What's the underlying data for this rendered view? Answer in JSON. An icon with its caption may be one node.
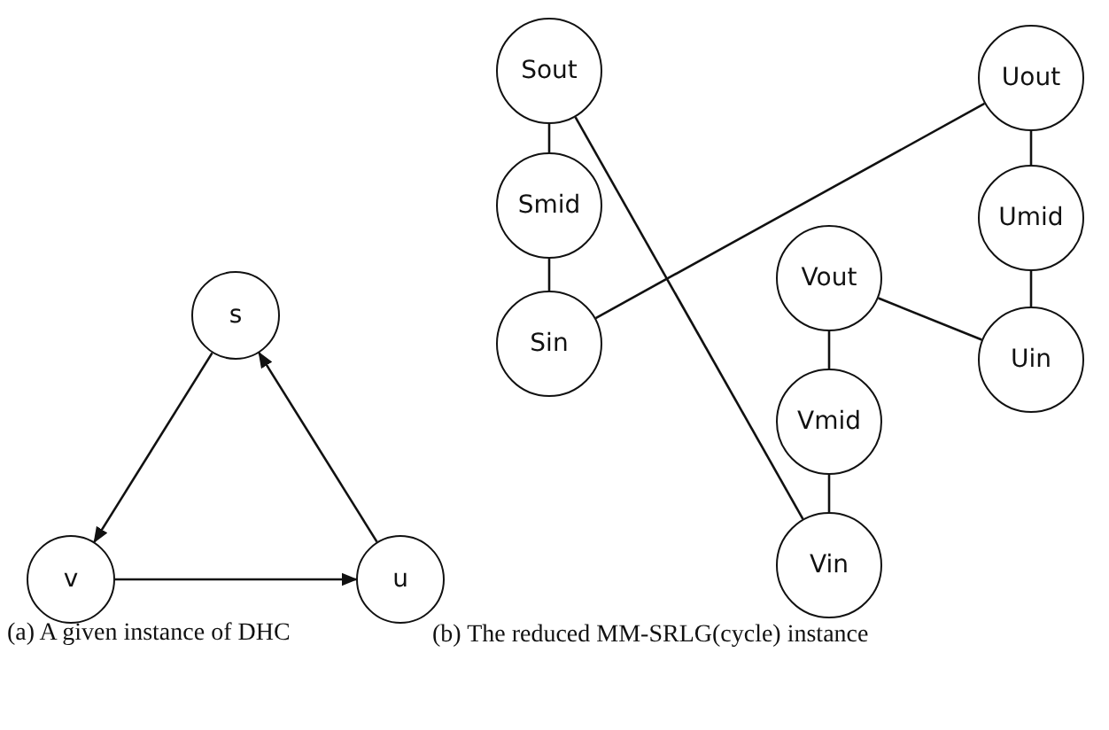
{
  "diagram": {
    "nodes": [
      {
        "text": [
          "s"
        ]
      },
      {
        "text": [
          "v"
        ]
      },
      {
        "text": [
          "u"
        ]
      },
      {
        "text": [
          "Sout"
        ]
      },
      {
        "text": [
          "Smid"
        ]
      },
      {
        "text": [
          "Sin"
        ]
      },
      {
        "text": [
          "Uout"
        ]
      },
      {
        "text": [
          "Umid"
        ]
      },
      {
        "text": [
          "Uin"
        ]
      },
      {
        "text": [
          "Vout"
        ]
      },
      {
        "text": [
          "Vmid"
        ]
      },
      {
        "text": [
          "Vin"
        ]
      }
    ],
    "edges": [
      {
        "from": 0,
        "to": 1,
        "arrow": "to"
      },
      {
        "from": 1,
        "to": 2,
        "arrow": "to"
      },
      {
        "from": 2,
        "to": 0,
        "arrow": "to"
      },
      {
        "from": 3,
        "to": 4,
        "arrow": "none"
      },
      {
        "from": 4,
        "to": 5,
        "arrow": "none"
      },
      {
        "from": 3,
        "to": 11,
        "arrow": "none"
      },
      {
        "from": 5,
        "to": 6,
        "arrow": "none"
      },
      {
        "from": 6,
        "to": 7,
        "arrow": "none"
      },
      {
        "from": 7,
        "to": 8,
        "arrow": "none"
      },
      {
        "from": 9,
        "to": 8,
        "arrow": "none"
      },
      {
        "from": 9,
        "to": 10,
        "arrow": "none"
      },
      {
        "from": 10,
        "to": 11,
        "arrow": "none"
      }
    ],
    "labels": [
      "(a) A given instance of DHC",
      "(b) The reduced MM-SRLG(cycle) instance"
    ]
  }
}
